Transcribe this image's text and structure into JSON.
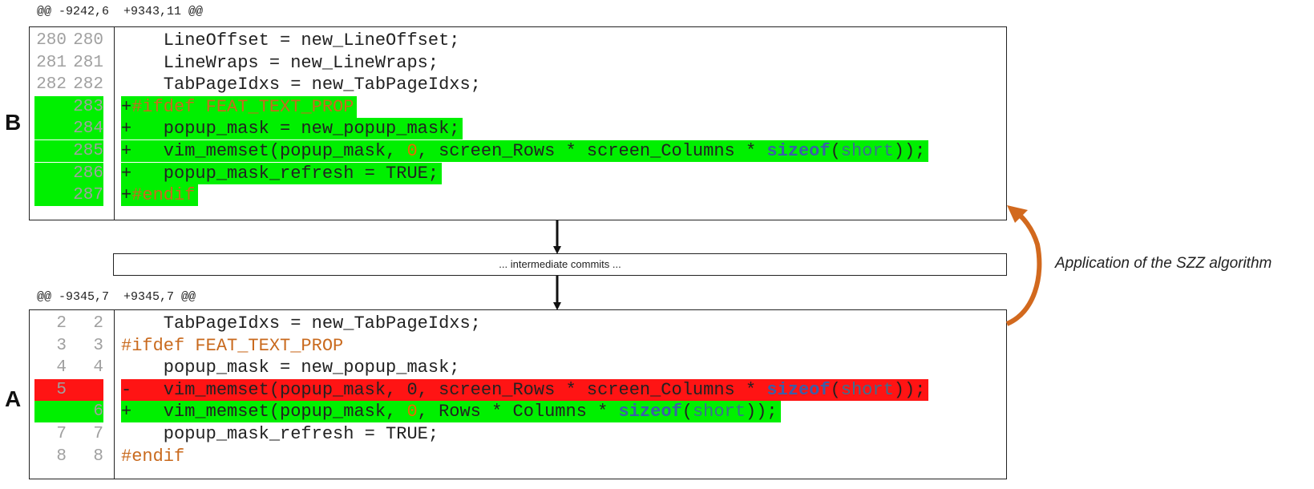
{
  "top_hunk": {
    "header": "@@ -9242,6  +9343,11 @@",
    "label": "B",
    "rows": [
      {
        "old": "280",
        "new": "280",
        "type": "ctx",
        "tokens": [
          [
            "plain",
            "    LineOffset = new_LineOffset;"
          ]
        ]
      },
      {
        "old": "281",
        "new": "281",
        "type": "ctx",
        "tokens": [
          [
            "plain",
            "    LineWraps = new_LineWraps;"
          ]
        ]
      },
      {
        "old": "282",
        "new": "282",
        "type": "ctx",
        "tokens": [
          [
            "plain",
            "    TabPageIdxs = new_TabPageIdxs;"
          ]
        ]
      },
      {
        "old": "",
        "new": "283",
        "type": "add",
        "tokens": [
          [
            "plain",
            "+"
          ],
          [
            "kw-pre",
            "#ifdef FEAT_TEXT_PROP"
          ]
        ]
      },
      {
        "old": "",
        "new": "284",
        "type": "add",
        "tokens": [
          [
            "plain",
            "+   popup_mask = new_popup_mask;"
          ]
        ]
      },
      {
        "old": "",
        "new": "285",
        "type": "add",
        "tokens": [
          [
            "plain",
            "+   vim_memset(popup_mask, "
          ],
          [
            "kw-num",
            "0"
          ],
          [
            "plain",
            ", screen_Rows * screen_Columns * "
          ],
          [
            "kw-size",
            "sizeof"
          ],
          [
            "plain",
            "("
          ],
          [
            "kw-type",
            "short"
          ],
          [
            "plain",
            "));"
          ]
        ]
      },
      {
        "old": "",
        "new": "286",
        "type": "add",
        "tokens": [
          [
            "plain",
            "+   popup_mask_refresh = TRUE;"
          ]
        ]
      },
      {
        "old": "",
        "new": "287",
        "type": "add",
        "tokens": [
          [
            "plain",
            "+"
          ],
          [
            "kw-pre",
            "#endif"
          ]
        ]
      }
    ]
  },
  "middle": {
    "text": "... intermediate commits ..."
  },
  "algorithm_label": "Application of the SZZ algorithm",
  "bottom_hunk": {
    "header": "@@ -9345,7  +9345,7 @@",
    "label": "A",
    "rows": [
      {
        "old": "2",
        "new": "2",
        "type": "ctx",
        "tokens": [
          [
            "plain",
            "    TabPageIdxs = new_TabPageIdxs;"
          ]
        ]
      },
      {
        "old": "3",
        "new": "3",
        "type": "ctx",
        "tokens": [
          [
            "kw-pre",
            "#ifdef FEAT_TEXT_PROP"
          ]
        ]
      },
      {
        "old": "4",
        "new": "4",
        "type": "ctx",
        "tokens": [
          [
            "plain",
            "    popup_mask = new_popup_mask;"
          ]
        ]
      },
      {
        "old": "5",
        "new": "",
        "type": "del",
        "tokens": [
          [
            "plain",
            "-   vim_memset(popup_mask, 0, screen_Rows * screen_Columns * "
          ],
          [
            "kw-size",
            "sizeof"
          ],
          [
            "plain",
            "("
          ],
          [
            "kw-type",
            "short"
          ],
          [
            "plain",
            "));"
          ]
        ]
      },
      {
        "old": "",
        "new": "6",
        "type": "add",
        "tokens": [
          [
            "plain",
            "+   vim_memset(popup_mask, "
          ],
          [
            "kw-num",
            "0"
          ],
          [
            "plain",
            ", Rows * Columns * "
          ],
          [
            "kw-size",
            "sizeof"
          ],
          [
            "plain",
            "("
          ],
          [
            "kw-type",
            "short"
          ],
          [
            "plain",
            "));"
          ]
        ]
      },
      {
        "old": "7",
        "new": "7",
        "type": "ctx",
        "tokens": [
          [
            "plain",
            "    popup_mask_refresh = TRUE;"
          ]
        ]
      },
      {
        "old": "8",
        "new": "8",
        "type": "ctx",
        "tokens": [
          [
            "kw-pre",
            "#endif"
          ]
        ]
      }
    ]
  },
  "colors": {
    "added_line": "#00f000",
    "deleted_line": "#ff1414",
    "preprocessor": "#c96a1e",
    "number": "#e66b00",
    "keyword_sizeof": "#3a5fa8",
    "type": "#3a7090",
    "szz_arrow": "#d2691e"
  }
}
